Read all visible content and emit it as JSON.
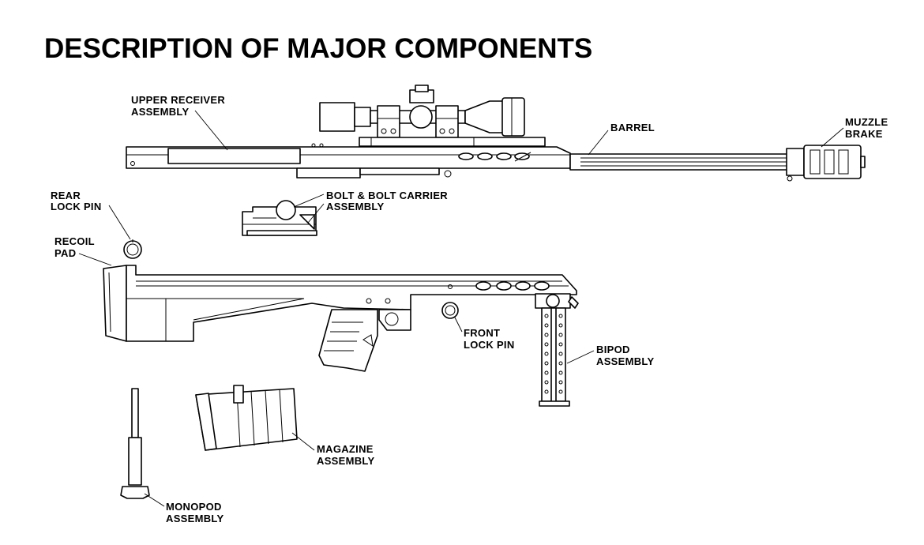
{
  "title": "DESCRIPTION OF MAJOR COMPONENTS",
  "labels": {
    "upper_receiver": [
      "UPPER RECEIVER",
      "ASSEMBLY"
    ],
    "barrel": [
      "BARREL"
    ],
    "muzzle_brake": [
      "MUZZLE",
      "BRAKE"
    ],
    "rear_lock_pin": [
      "REAR",
      "LOCK PIN"
    ],
    "bolt_carrier": [
      "BOLT & BOLT CARRIER",
      "ASSEMBLY"
    ],
    "recoil_pad": [
      "RECOIL",
      "PAD"
    ],
    "front_lock_pin": [
      "FRONT",
      "LOCK PIN"
    ],
    "bipod": [
      "BIPOD",
      "ASSEMBLY"
    ],
    "magazine": [
      "MAGAZINE",
      "ASSEMBLY"
    ],
    "monopod": [
      "MONOPOD",
      "ASSEMBLY"
    ]
  }
}
